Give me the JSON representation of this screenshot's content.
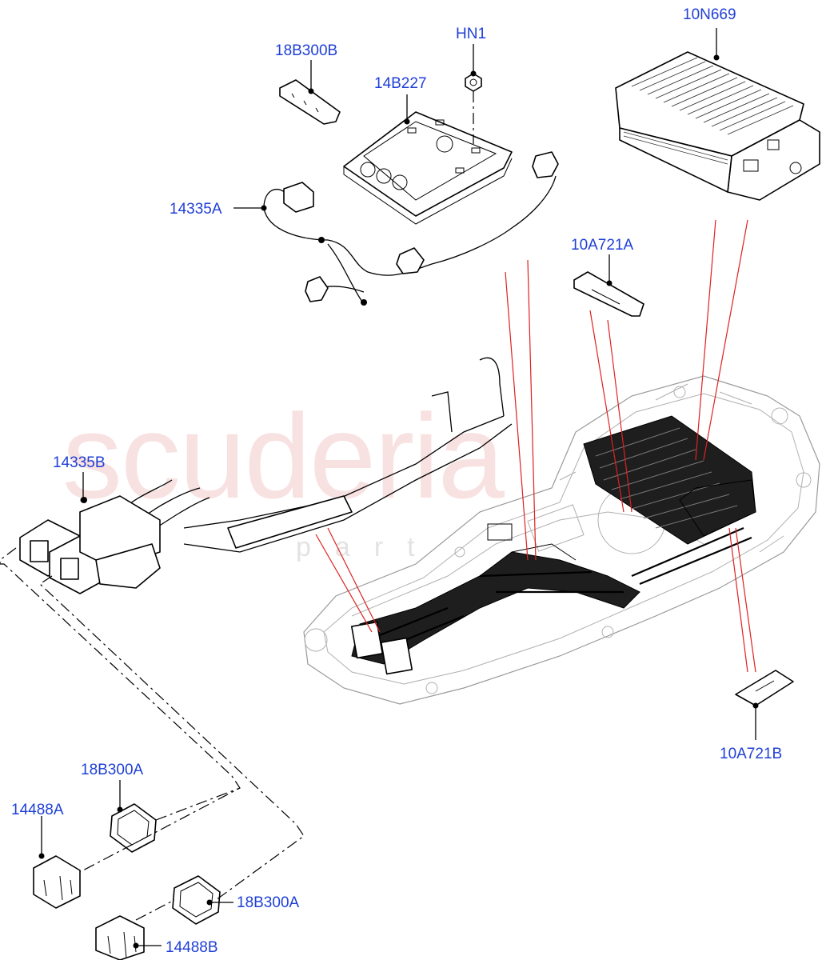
{
  "watermark": {
    "main": "scuderia",
    "sub": "parts"
  },
  "labels": {
    "p10N669": "10N669",
    "p18B300B": "18B300B",
    "pHN1": "HN1",
    "p14B227": "14B227",
    "p14335A": "14335A",
    "p10A721A": "10A721A",
    "p14335B": "14335B",
    "p10A721B": "10A721B",
    "p18B300A_top": "18B300A",
    "p14488A": "14488A",
    "p18B300A_bottom": "18B300A",
    "p14488B": "14488B"
  }
}
